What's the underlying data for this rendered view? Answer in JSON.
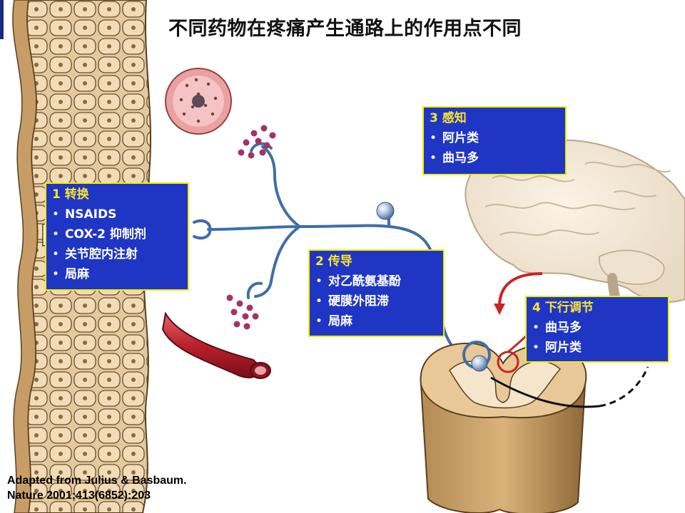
{
  "title": "不同药物在疼痛产生通路上的作用点不同",
  "boxes": [
    {
      "heading": "1 转换",
      "items": [
        "NSAIDS",
        "COX-2 抑制剂",
        "关节腔内注射",
        "局麻"
      ]
    },
    {
      "heading": "2 传导",
      "items": [
        "对乙酰氨基酚",
        "硬膜外阻滞",
        "局麻"
      ]
    },
    {
      "heading": "3 感知",
      "items": [
        "阿片类",
        "曲马多"
      ]
    },
    {
      "heading": "4 下行调节",
      "items": [
        "曲马多",
        "阿片类"
      ]
    }
  ],
  "citation": {
    "line1": "Adapted from Julius & Basbaum.",
    "line2": "Nature 2001;413(6852):203"
  },
  "colors": {
    "box_fill": "#1f36c4",
    "box_border": "#f2ee00",
    "box_heading": "#ffe62a",
    "nerve": "#3f6ea8",
    "descending_arrow": "#cc2222"
  }
}
